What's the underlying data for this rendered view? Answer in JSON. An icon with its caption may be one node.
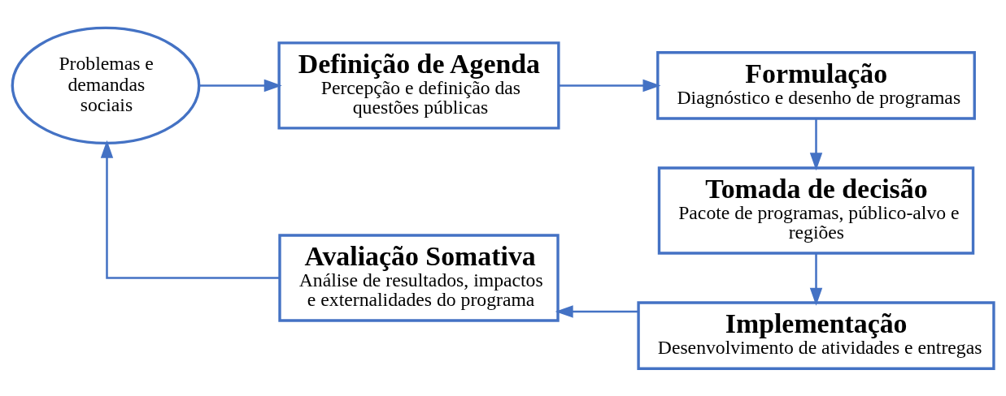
{
  "diagram": {
    "nodes": [
      {
        "text": [
          "Problemas e demandas sociais"
        ]
      },
      {
        "text": [
          "Definição de Agenda",
          "Percepção e definição das questões públicas"
        ]
      },
      {
        "text": [
          "Formulação",
          "Diagnóstico e desenho de programas"
        ]
      },
      {
        "text": [
          "Tomada de decisão",
          "Pacote de programas, público-alvo e regiões"
        ]
      },
      {
        "text": [
          "Implementação",
          "Desenvolvimento de atividades e entregas"
        ]
      },
      {
        "text": [
          "Avaliação Somativa",
          "Análise de resultados, impactos e externalidades do programa"
        ]
      }
    ],
    "edges": [
      {
        "from": 0,
        "to": 1,
        "arrow": "to"
      },
      {
        "from": 1,
        "to": 2,
        "arrow": "to"
      },
      {
        "from": 2,
        "to": 3,
        "arrow": "to"
      },
      {
        "from": 3,
        "to": 4,
        "arrow": "to"
      },
      {
        "from": 4,
        "to": 5,
        "arrow": "to"
      },
      {
        "from": 5,
        "to": 0,
        "arrow": "to"
      }
    ]
  }
}
